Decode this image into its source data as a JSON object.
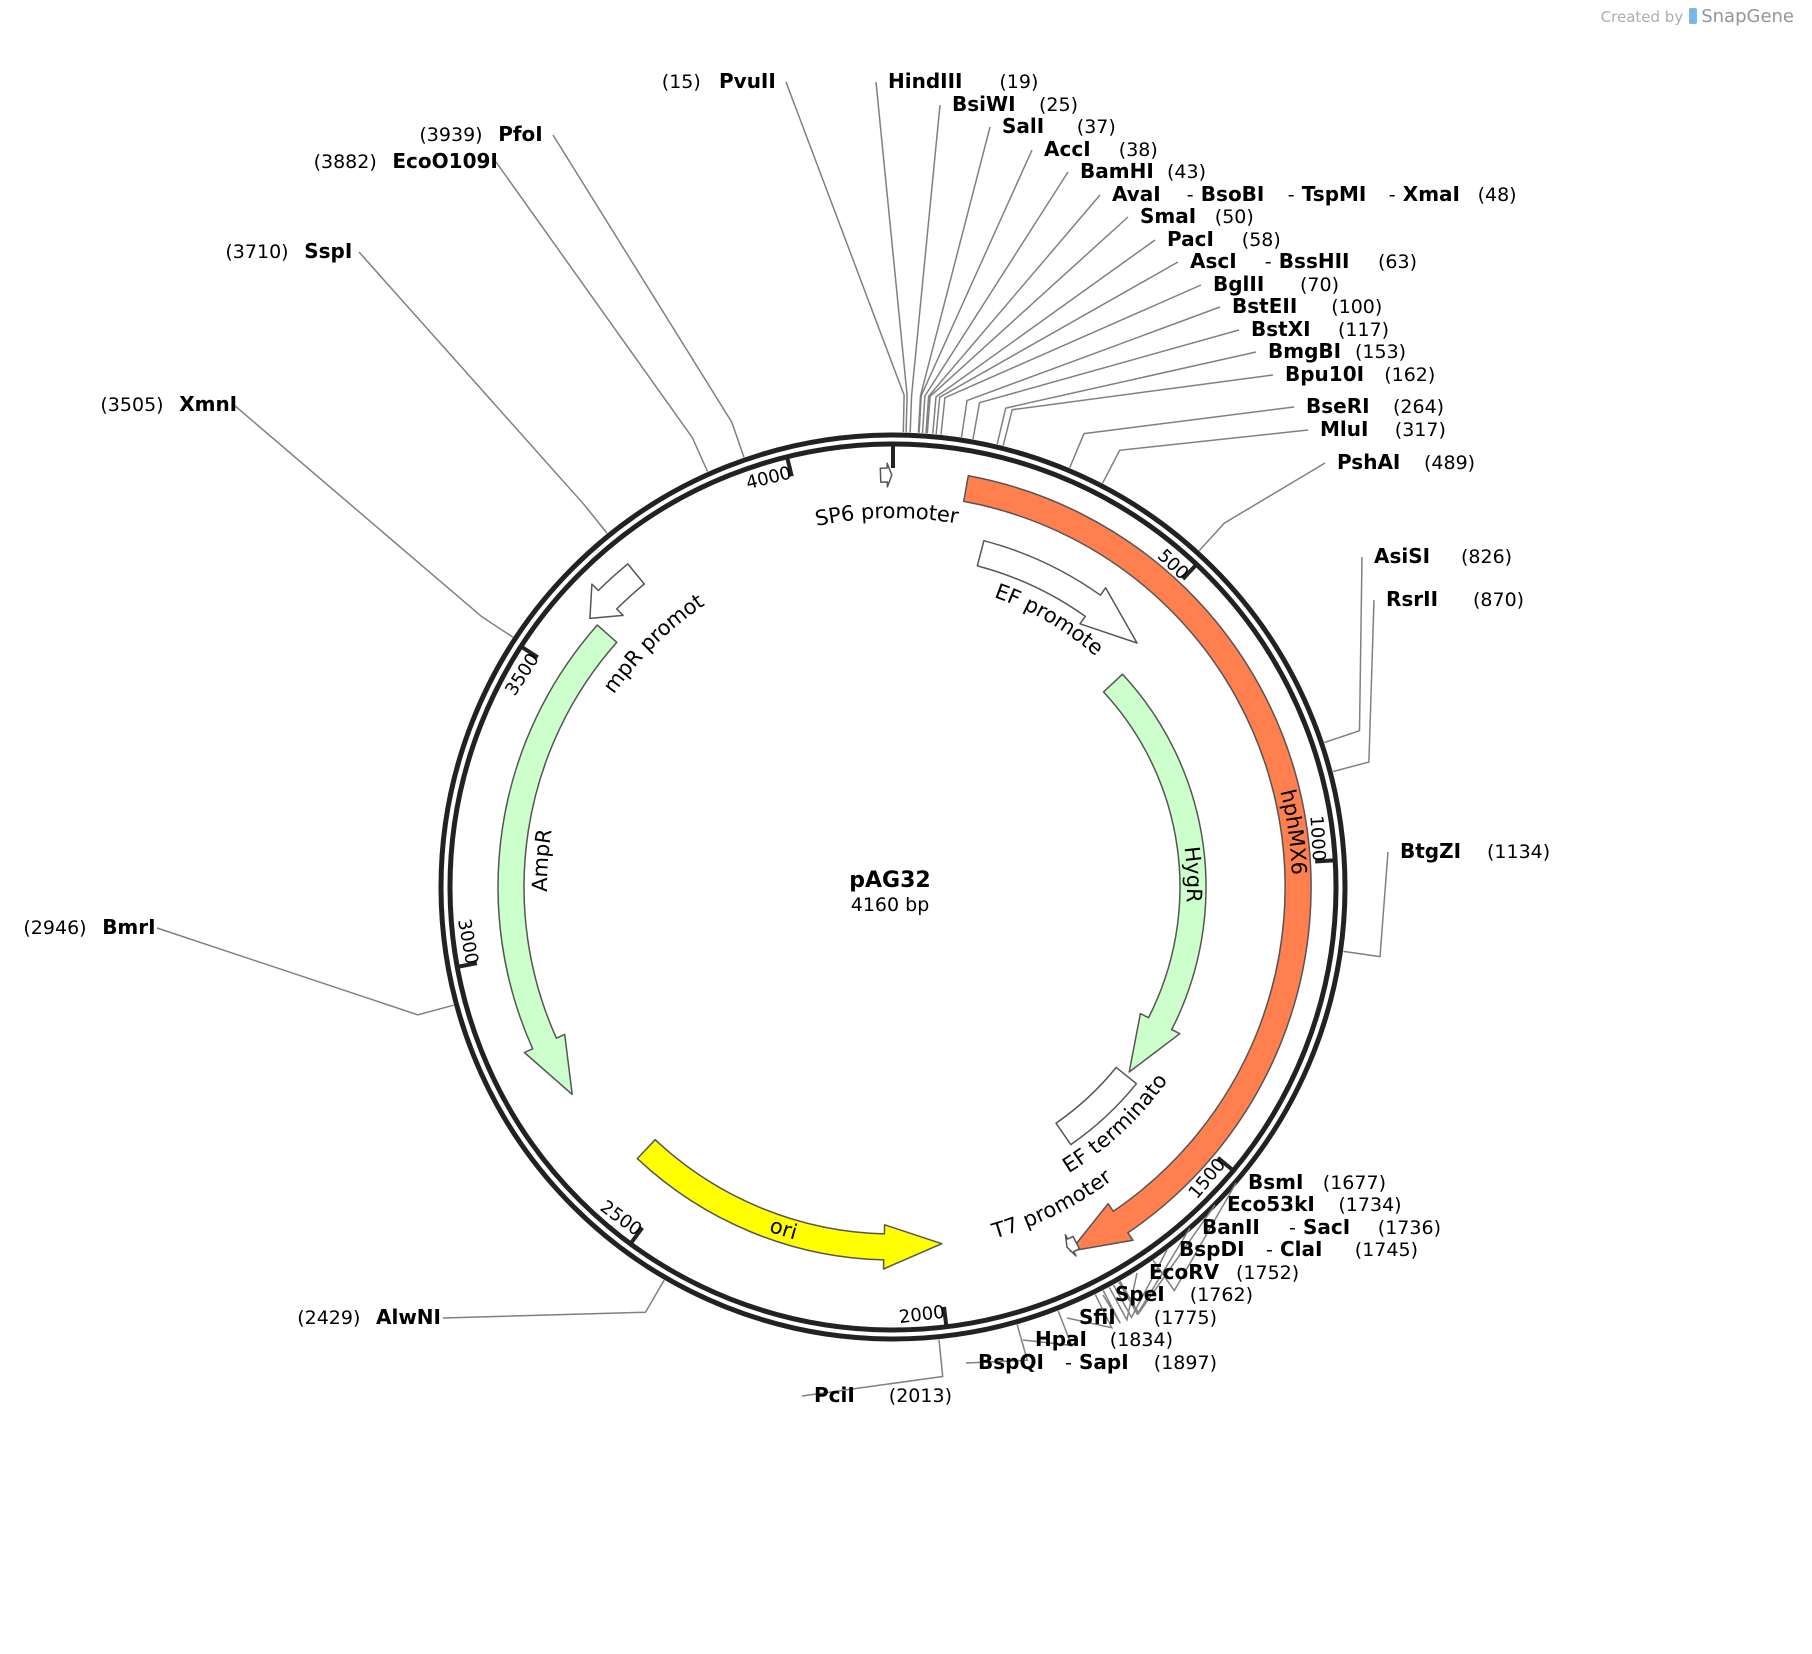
{
  "watermark": {
    "prefix": "Created by",
    "brand": "SnapGene"
  },
  "plasmid": {
    "name": "pAG32",
    "length_label": "4160 bp",
    "length": 4160
  },
  "ticks": [
    {
      "pos": 500,
      "label": "500"
    },
    {
      "pos": 1000,
      "label": "1000"
    },
    {
      "pos": 1500,
      "label": "1500"
    },
    {
      "pos": 2000,
      "label": "2000"
    },
    {
      "pos": 2500,
      "label": "2500"
    },
    {
      "pos": 3000,
      "label": "3000"
    },
    {
      "pos": 3500,
      "label": "3500"
    },
    {
      "pos": 4000,
      "label": "4000"
    }
  ],
  "features": [
    {
      "name": "hphMX6",
      "start": 120,
      "end": 1780,
      "strand": 1,
      "color": "#ff7f4f"
    },
    {
      "name": "TEF promoter",
      "start": 170,
      "end": 520,
      "strand": 1,
      "color": "#ffffff"
    },
    {
      "name": "HygR",
      "start": 545,
      "end": 1480,
      "strand": 1,
      "color": "#ccffcc"
    },
    {
      "name": "TEF terminator",
      "start": 1490,
      "end": 1680,
      "strand": 0,
      "color": "#ffffff"
    },
    {
      "name": "T7 promoter",
      "start": 1765,
      "end": 1782,
      "strand": 1,
      "color": "#ffffff"
    },
    {
      "name": "ori",
      "start": 1990,
      "end": 2580,
      "strand": -1,
      "color": "#ffff00"
    },
    {
      "name": "AmpR",
      "start": 2740,
      "end": 3600,
      "strand": -1,
      "color": "#ccffcc"
    },
    {
      "name": "AmpR promoter",
      "start": 3600,
      "end": 3705,
      "strand": -1,
      "color": "#ffffff"
    },
    {
      "name": "SP6 promoter",
      "start": 4140,
      "end": 4158,
      "strand": 1,
      "color": "#ffffff"
    }
  ],
  "sites": [
    {
      "enzymes": [
        "PvuII"
      ],
      "pos": 15,
      "label_pos": "(15)"
    },
    {
      "enzymes": [
        "HindIII"
      ],
      "pos": 19,
      "label_pos": "(19)"
    },
    {
      "enzymes": [
        "BsiWI"
      ],
      "pos": 25,
      "label_pos": "(25)"
    },
    {
      "enzymes": [
        "SalI"
      ],
      "pos": 37,
      "label_pos": "(37)"
    },
    {
      "enzymes": [
        "AccI"
      ],
      "pos": 38,
      "label_pos": "(38)"
    },
    {
      "enzymes": [
        "BamHI"
      ],
      "pos": 43,
      "label_pos": "(43)"
    },
    {
      "enzymes": [
        "AvaI",
        "BsoBI",
        "TspMI",
        "XmaI"
      ],
      "pos": 48,
      "label_pos": "(48)"
    },
    {
      "enzymes": [
        "SmaI"
      ],
      "pos": 50,
      "label_pos": "(50)"
    },
    {
      "enzymes": [
        "PacI"
      ],
      "pos": 58,
      "label_pos": "(58)"
    },
    {
      "enzymes": [
        "AscI",
        "BssHII"
      ],
      "pos": 63,
      "label_pos": "(63)"
    },
    {
      "enzymes": [
        "BglII"
      ],
      "pos": 70,
      "label_pos": "(70)"
    },
    {
      "enzymes": [
        "BstEII"
      ],
      "pos": 100,
      "label_pos": "(100)"
    },
    {
      "enzymes": [
        "BstXI"
      ],
      "pos": 117,
      "label_pos": "(117)"
    },
    {
      "enzymes": [
        "BmgBI"
      ],
      "pos": 153,
      "label_pos": "(153)"
    },
    {
      "enzymes": [
        "Bpu10I"
      ],
      "pos": 162,
      "label_pos": "(162)"
    },
    {
      "enzymes": [
        "BseRI"
      ],
      "pos": 264,
      "label_pos": "(264)"
    },
    {
      "enzymes": [
        "MluI"
      ],
      "pos": 317,
      "label_pos": "(317)"
    },
    {
      "enzymes": [
        "PshAI"
      ],
      "pos": 489,
      "label_pos": "(489)"
    },
    {
      "enzymes": [
        "AsiSI"
      ],
      "pos": 826,
      "label_pos": "(826)"
    },
    {
      "enzymes": [
        "RsrII"
      ],
      "pos": 870,
      "label_pos": "(870)"
    },
    {
      "enzymes": [
        "BtgZI"
      ],
      "pos": 1134,
      "label_pos": "(1134)"
    },
    {
      "enzymes": [
        "BsmI"
      ],
      "pos": 1677,
      "label_pos": "(1677)"
    },
    {
      "enzymes": [
        "Eco53kI"
      ],
      "pos": 1734,
      "label_pos": "(1734)"
    },
    {
      "enzymes": [
        "BanII",
        "SacI"
      ],
      "pos": 1736,
      "label_pos": "(1736)"
    },
    {
      "enzymes": [
        "BspDI",
        "ClaI"
      ],
      "pos": 1745,
      "label_pos": "(1745)"
    },
    {
      "enzymes": [
        "EcoRV"
      ],
      "pos": 1752,
      "label_pos": "(1752)"
    },
    {
      "enzymes": [
        "SpeI"
      ],
      "pos": 1762,
      "label_pos": "(1762)"
    },
    {
      "enzymes": [
        "SfiI"
      ],
      "pos": 1775,
      "label_pos": "(1775)"
    },
    {
      "enzymes": [
        "HpaI"
      ],
      "pos": 1834,
      "label_pos": "(1834)"
    },
    {
      "enzymes": [
        "BspQI",
        "SapI"
      ],
      "pos": 1897,
      "label_pos": "(1897)"
    },
    {
      "enzymes": [
        "PciI"
      ],
      "pos": 2013,
      "label_pos": "(2013)"
    },
    {
      "enzymes": [
        "AlwNI"
      ],
      "pos": 2429,
      "label_pos": "(2429)"
    },
    {
      "enzymes": [
        "BmrI"
      ],
      "pos": 2946,
      "label_pos": "(2946)"
    },
    {
      "enzymes": [
        "XmnI"
      ],
      "pos": 3505,
      "label_pos": "(3505)"
    },
    {
      "enzymes": [
        "SspI"
      ],
      "pos": 3710,
      "label_pos": "(3710)"
    },
    {
      "enzymes": [
        "EcoO109I"
      ],
      "pos": 3882,
      "label_pos": "(3882)"
    },
    {
      "enzymes": [
        "PfoI"
      ],
      "pos": 3939,
      "label_pos": "(3939)"
    }
  ]
}
